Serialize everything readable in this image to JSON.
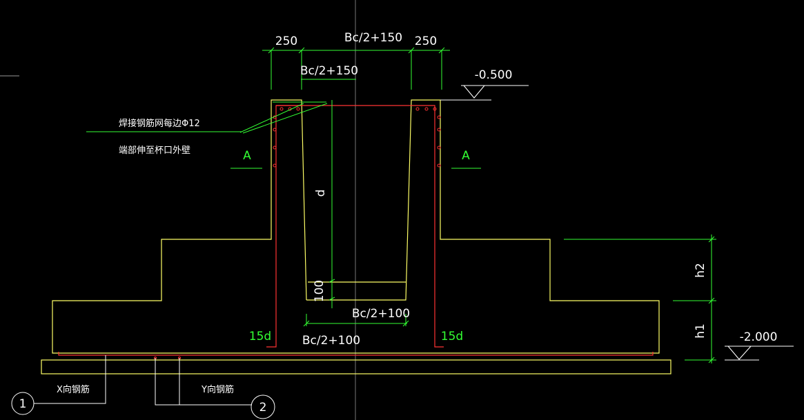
{
  "colors": {
    "background": "#000000",
    "outline": "#ffff66",
    "rebar": "#ff3333",
    "dimension": "#33ff33",
    "text": "#ffffff",
    "axis": "#777777"
  },
  "dimensions": {
    "top_left_width": "250",
    "top_center_width": "Bc/2+150",
    "top_right_width": "250",
    "cup_top_width": "Bc/2+150",
    "cup_depth": "d",
    "cup_bottom_thickness": "100",
    "cup_bottom_width_upper": "Bc/2+100",
    "cup_bottom_width_lower": "Bc/2+100",
    "step_height_upper": "h2",
    "step_height_lower": "h1"
  },
  "elevations": {
    "top": "-0.500",
    "bottom": "-2.000"
  },
  "notes": {
    "line1": "焊接钢筋网每边Φ12",
    "line2": "端部伸至杯口外壁"
  },
  "sections": {
    "left": "A",
    "right": "A"
  },
  "anchorage": {
    "left": "15d",
    "right": "15d"
  },
  "callouts": [
    {
      "number": "1",
      "label": "X向钢筋"
    },
    {
      "number": "2",
      "label": "Y向钢筋"
    }
  ]
}
